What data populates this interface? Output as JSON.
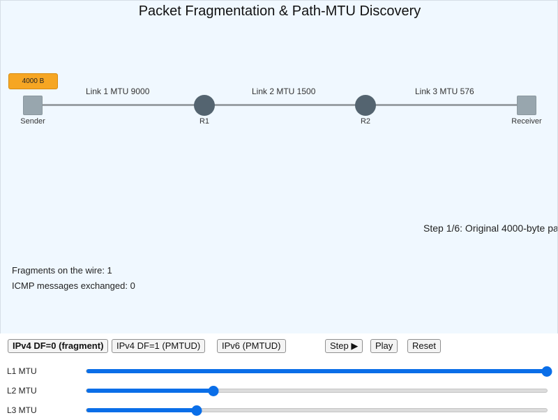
{
  "title": "Packet Fragmentation & Path-MTU Discovery",
  "links": [
    {
      "label": "Link 1  MTU 9000"
    },
    {
      "label": "Link 2  MTU 1500"
    },
    {
      "label": "Link 3  MTU 576"
    }
  ],
  "nodes": {
    "sender": "Sender",
    "r1": "R1",
    "r2": "R2",
    "receiver": "Receiver"
  },
  "packet": {
    "label": "4000 B"
  },
  "status": "Step 1/6: Original 4000-byte pa",
  "counters": {
    "fragments": "Fragments on the wire: 1",
    "icmp": "ICMP messages exchanged: 0"
  },
  "buttons": {
    "mode_ipv4_frag": "IPv4 DF=0 (fragment)",
    "mode_ipv4_pmtud": "IPv4 DF=1 (PMTUD)",
    "mode_ipv6": "IPv6 (PMTUD)",
    "step": "Step ▶",
    "play": "Play",
    "reset": "Reset"
  },
  "sliders": [
    {
      "label": "L1 MTU",
      "level": 1.0
    },
    {
      "label": "L2 MTU",
      "level": 0.276
    },
    {
      "label": "L3 MTU",
      "level": 0.239
    }
  ],
  "colors": {
    "background": "#f0f8ff",
    "packet": "#f6a623",
    "router": "#546470",
    "host": "#98a6ae",
    "link": "#9aa0a5",
    "slider_accent": "#0a6ee8"
  }
}
